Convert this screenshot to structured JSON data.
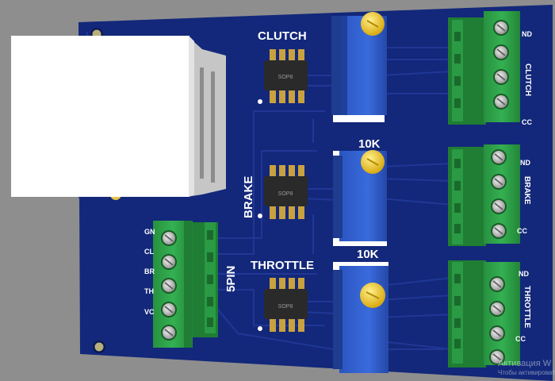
{
  "board": {
    "colors": {
      "background": "#8e8e8e",
      "pcb": "#13287a",
      "trace": "#22399a",
      "silkscreen": "#ffffff",
      "terminal_green": "#2fa64a",
      "trimmer_blue": "#2f5fcf",
      "trimmer_knob": "#f2cc2a",
      "ic_body": "#2a2a2a",
      "pin_gold": "#c9a23f"
    },
    "labels": {
      "clutch_title": "CLUTCH",
      "brake_title": "BRAKE",
      "throttle_title": "THROTTLE",
      "pot2_value": "10K",
      "pot3_value": "10K",
      "five_pin": "5PIN"
    },
    "ic_marking": "SOP8",
    "five_pin_terminal": {
      "pin_labels": [
        "GN",
        "CL",
        "BR",
        "TH",
        "VC"
      ]
    },
    "right_terminals": [
      {
        "label": "CLUTCH",
        "top_pin": "ND",
        "bottom_pin": "CC"
      },
      {
        "label": "BRAKE",
        "top_pin": "ND",
        "bottom_pin": "CC"
      },
      {
        "label": "THROTTLE",
        "top_pin": "ND",
        "bottom_pin": "CC"
      }
    ]
  },
  "watermark": {
    "line1": "Активация W",
    "line2": "Чтобы активировать"
  }
}
